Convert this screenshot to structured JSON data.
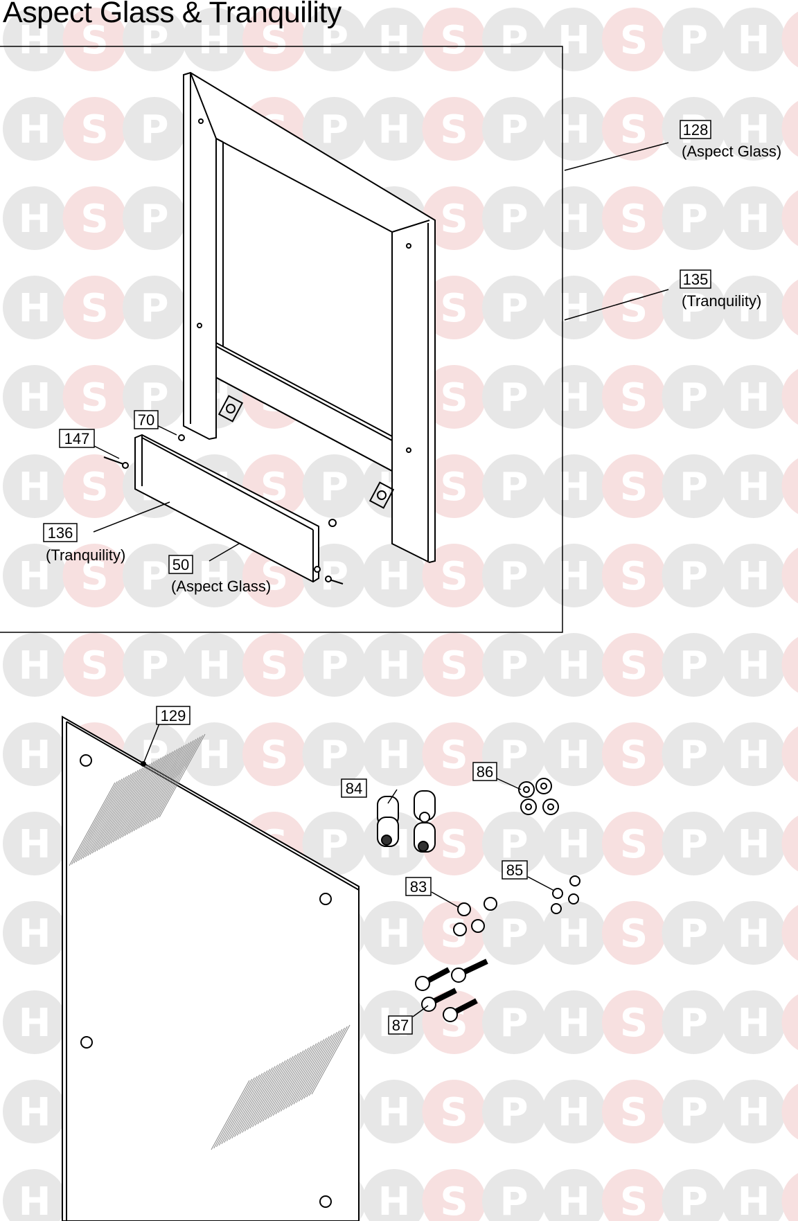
{
  "title": "Aspect Glass & Tranquility",
  "watermark": {
    "letters": [
      "H",
      "S",
      "P"
    ],
    "color_grey": "#e7e7e7",
    "color_pink": "#f7e0e0"
  },
  "callouts": [
    {
      "id": "c128",
      "num": "128",
      "desc": "(Aspect Glass)"
    },
    {
      "id": "c135",
      "num": "135",
      "desc": "(Tranquility)"
    },
    {
      "id": "c70",
      "num": "70",
      "desc": ""
    },
    {
      "id": "c147",
      "num": "147",
      "desc": ""
    },
    {
      "id": "c136",
      "num": "136",
      "desc": "(Tranquility)"
    },
    {
      "id": "c50",
      "num": "50",
      "desc": "(Aspect Glass)"
    },
    {
      "id": "c129",
      "num": "129",
      "desc": ""
    },
    {
      "id": "c84",
      "num": "84",
      "desc": ""
    },
    {
      "id": "c86",
      "num": "86",
      "desc": ""
    },
    {
      "id": "c85",
      "num": "85",
      "desc": ""
    },
    {
      "id": "c83",
      "num": "83",
      "desc": ""
    },
    {
      "id": "c87",
      "num": "87",
      "desc": ""
    }
  ]
}
